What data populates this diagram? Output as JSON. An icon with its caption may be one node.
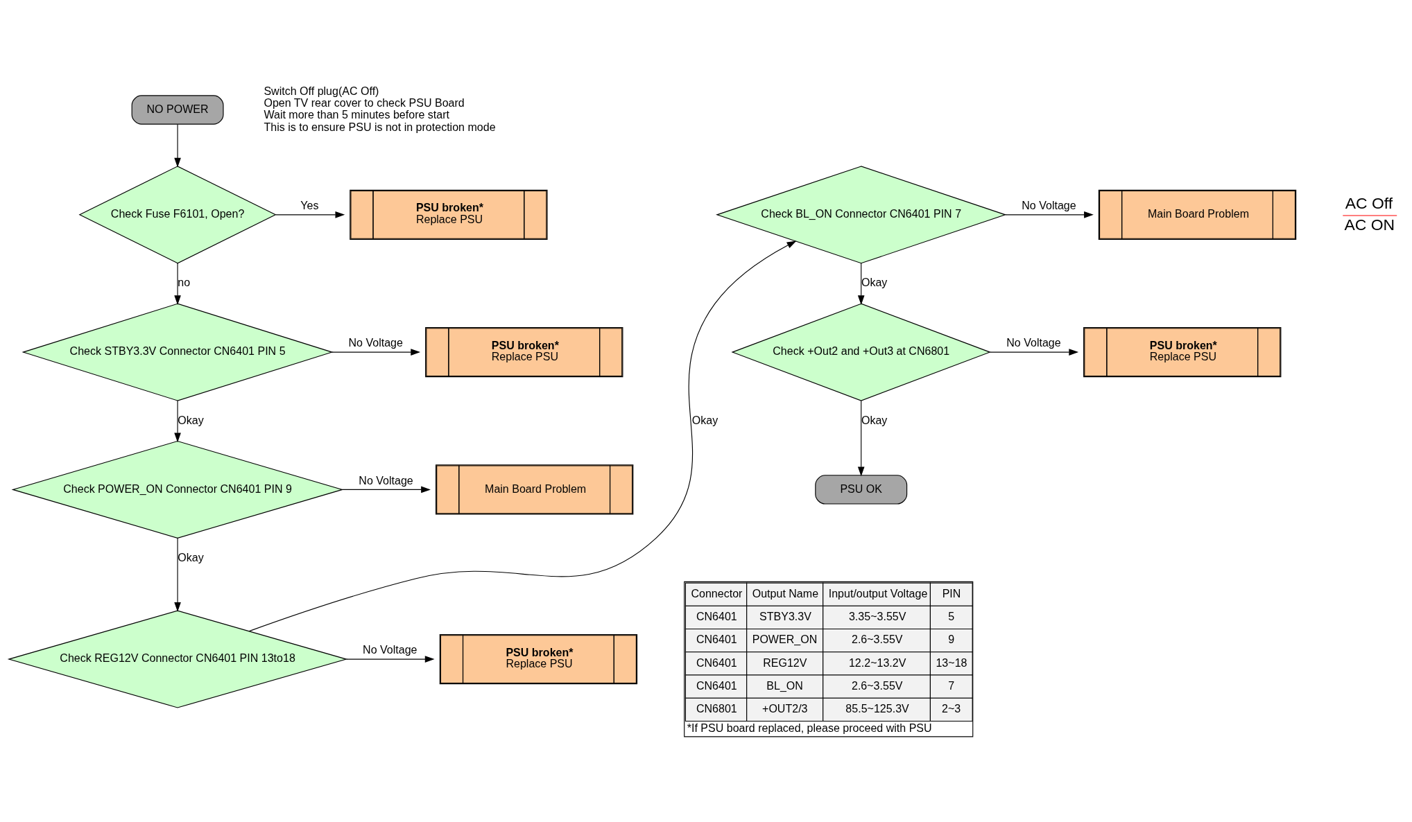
{
  "diagram": {
    "nodes": [
      {
        "text": [
          "NO POWER"
        ]
      },
      {
        "text": [
          "Check Fuse F6101, Open?"
        ]
      },
      {
        "text": [
          "PSU broken*",
          "Replace PSU"
        ]
      },
      {
        "text": [
          "Check STBY3.3V Connector CN6401 PIN 5"
        ]
      },
      {
        "text": [
          "PSU broken*",
          "Replace PSU"
        ]
      },
      {
        "text": [
          "Check POWER_ON Connector CN6401 PIN 9"
        ]
      },
      {
        "text": [
          "Main Board Problem"
        ]
      },
      {
        "text": [
          "Check REG12V Connector CN6401 PIN 13to18"
        ]
      },
      {
        "text": [
          "PSU broken*",
          "Replace PSU"
        ]
      },
      {
        "text": [
          "Check BL_ON Connector CN6401 PIN 7"
        ]
      },
      {
        "text": [
          "Main Board Problem"
        ]
      },
      {
        "text": [
          "Check +Out2 and +Out3 at CN6801"
        ]
      },
      {
        "text": [
          "PSU broken*",
          "Replace PSU"
        ]
      },
      {
        "text": [
          "PSU OK"
        ]
      }
    ],
    "edges": [
      {
        "from": 0,
        "to": 1,
        "arrow": "to"
      },
      {
        "from": 1,
        "to": 2,
        "arrow": "to",
        "label": "Yes"
      },
      {
        "from": 1,
        "to": 3,
        "arrow": "to",
        "label": "no"
      },
      {
        "from": 3,
        "to": 4,
        "arrow": "to",
        "label": "No Voltage"
      },
      {
        "from": 3,
        "to": 5,
        "arrow": "to",
        "label": "Okay"
      },
      {
        "from": 5,
        "to": 6,
        "arrow": "to",
        "label": "No Voltage"
      },
      {
        "from": 5,
        "to": 7,
        "arrow": "to",
        "label": "Okay"
      },
      {
        "from": 7,
        "to": 8,
        "arrow": "to",
        "label": "No Voltage"
      },
      {
        "from": 7,
        "to": 9,
        "arrow": "to",
        "label": "Okay"
      },
      {
        "from": 9,
        "to": 10,
        "arrow": "to",
        "label": "No Voltage"
      },
      {
        "from": 9,
        "to": 11,
        "arrow": "to",
        "label": "Okay"
      },
      {
        "from": 11,
        "to": 12,
        "arrow": "to",
        "label": "No Voltage"
      },
      {
        "from": 11,
        "to": 13,
        "arrow": "to",
        "label": "Okay"
      }
    ],
    "labels": [
      "Switch Off plug(AC Off)",
      "Open TV rear cover to check PSU Board",
      "Wait more than 5 minutes before start",
      "This is to ensure PSU is not in protection mode",
      "AC Off",
      "AC ON",
      "Connector",
      "Output Name",
      "Input/output Voltage",
      "PIN",
      "CN6401",
      "STBY3.3V",
      "3.35~3.55V",
      "5",
      "CN6401",
      "POWER_ON",
      "2.6~3.55V",
      "9",
      "CN6401",
      "REG12V",
      "12.2~13.2V",
      "13~18",
      "CN6401",
      "BL_ON",
      "2.6~3.55V",
      "7",
      "CN6801",
      "+OUT2/3",
      "85.5~125.3V",
      "2~3",
      "*If PSU board replaced, please proceed with PSU"
    ]
  }
}
